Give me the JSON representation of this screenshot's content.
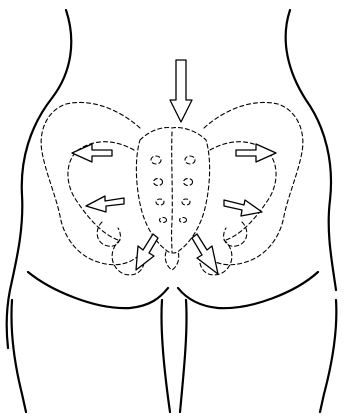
{
  "figure": {
    "subject": "pelvis-back-view",
    "line_color": "#000000",
    "background_color": "#ffffff",
    "arrow_fill": "#ffffff",
    "arrows": [
      {
        "name": "arrow-down-center",
        "direction": "down"
      },
      {
        "name": "arrow-left-upper",
        "direction": "left"
      },
      {
        "name": "arrow-right-upper",
        "direction": "right"
      },
      {
        "name": "arrow-left-middle",
        "direction": "left-down"
      },
      {
        "name": "arrow-right-middle",
        "direction": "right-down"
      },
      {
        "name": "arrow-lower-left",
        "direction": "down-left"
      },
      {
        "name": "arrow-lower-right",
        "direction": "down-right"
      }
    ]
  }
}
